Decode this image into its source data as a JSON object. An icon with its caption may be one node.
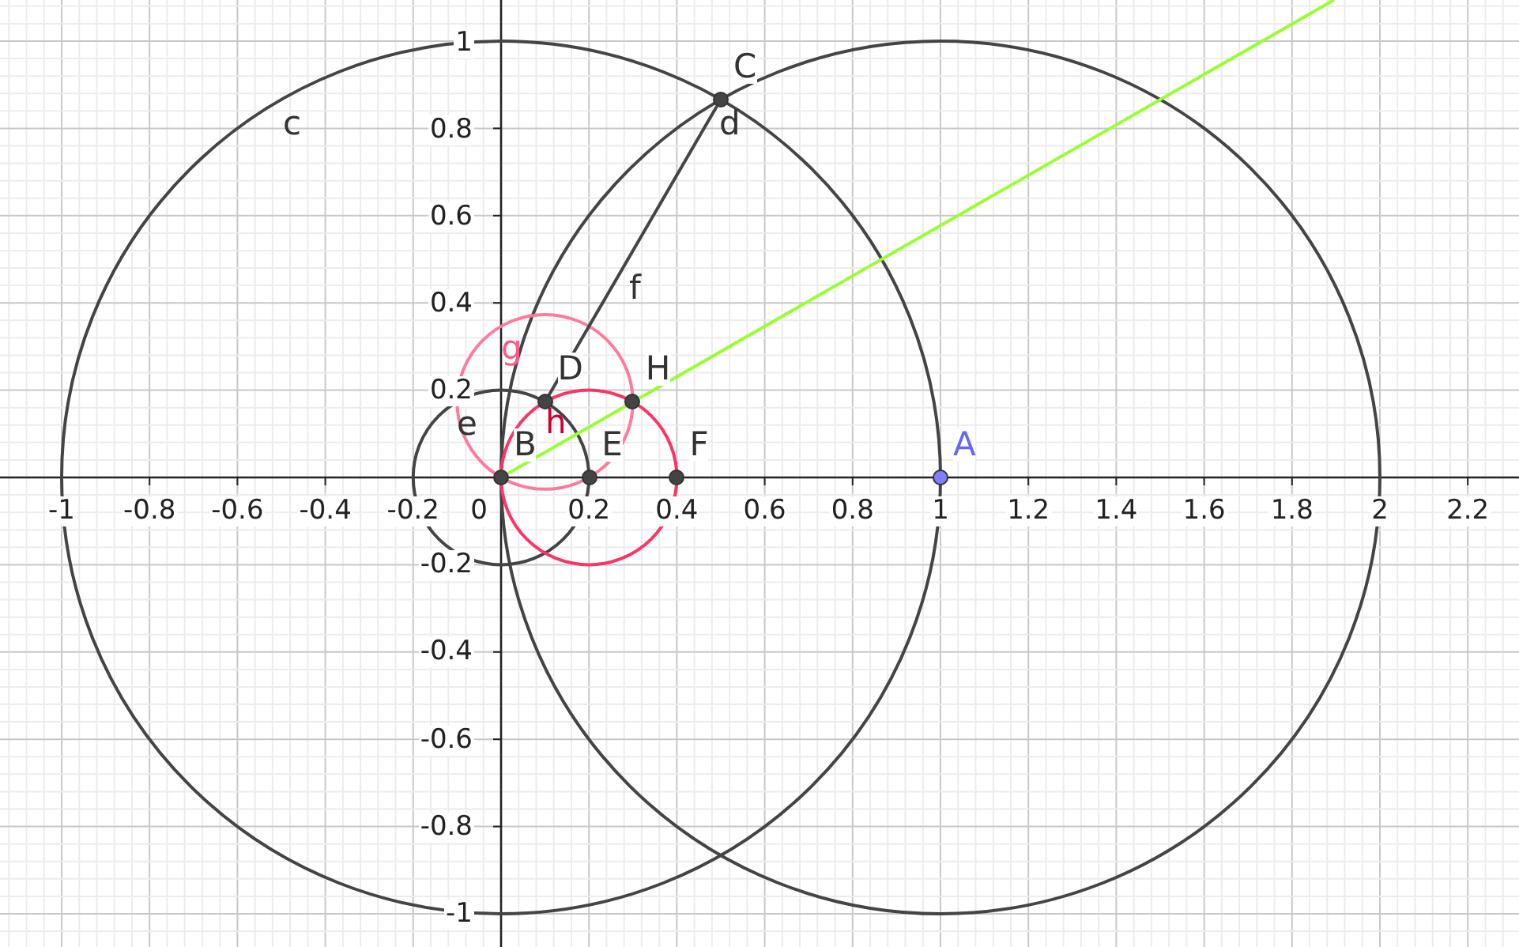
{
  "diagram": {
    "nodes": [
      {
        "text": [
          "C"
        ]
      },
      {
        "text": [
          "D"
        ]
      },
      {
        "text": [
          "H"
        ]
      },
      {
        "text": [
          "B"
        ]
      },
      {
        "text": [
          "E"
        ]
      },
      {
        "text": [
          "F"
        ]
      },
      {
        "text": [
          "A"
        ]
      }
    ],
    "edges": [
      {
        "from": 1,
        "to": 0,
        "arrow": "none"
      },
      {
        "from": 3,
        "to": 2,
        "arrow": "none",
        "color": "#99ff33"
      }
    ],
    "labels": [
      "1",
      "c",
      "0.8",
      "d",
      "0.6",
      "0.4",
      "f",
      "g",
      "0.2",
      "e",
      "h",
      "-1",
      "-0.8",
      "-0.6",
      "-0.4",
      "-0.2",
      "0",
      "0.2",
      "0.4",
      "0.6",
      "0.8",
      "1",
      "1.2",
      "1.4",
      "1.6",
      "1.8",
      "2",
      "2.2",
      "-0.2",
      "-0.4",
      "-0.6",
      "-0.8",
      "-1"
    ]
  }
}
